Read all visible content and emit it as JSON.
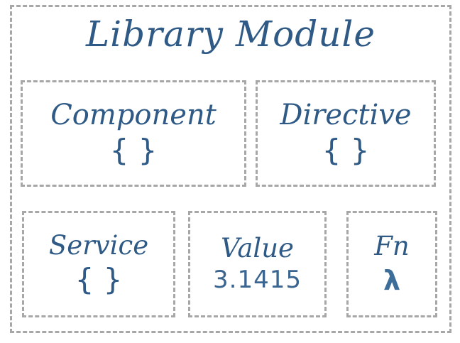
{
  "diagram": {
    "title": "Library Module",
    "cells": {
      "component": {
        "label": "Component",
        "symbol": "{ }"
      },
      "directive": {
        "label": "Directive",
        "symbol": "{ }"
      },
      "service": {
        "label": "Service",
        "symbol": "{ }"
      },
      "value": {
        "label": "Value",
        "value": "3.1415"
      },
      "fn": {
        "label": "Fn",
        "symbol": "λ"
      }
    },
    "colors": {
      "text": "#2f5a86",
      "border": "#a7a7a7"
    }
  }
}
